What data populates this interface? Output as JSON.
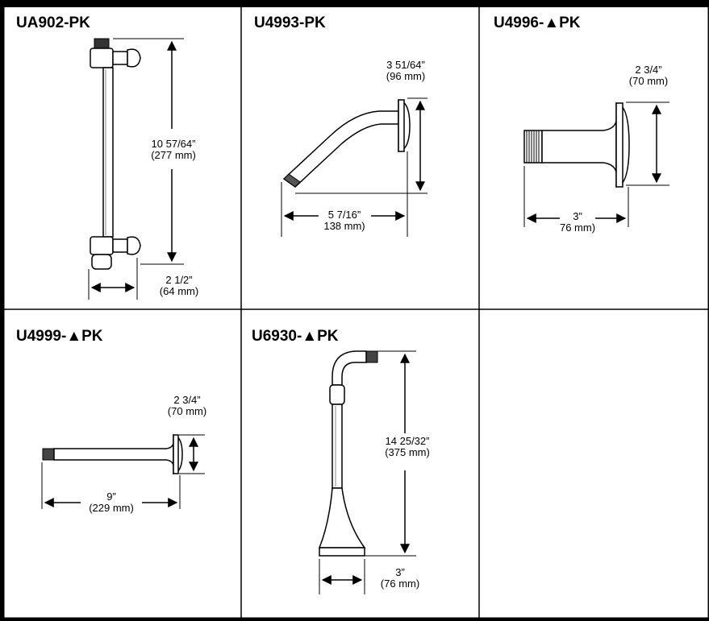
{
  "cells": [
    {
      "code": "UA902-PK",
      "dims": [
        {
          "line1": "10 57/64”",
          "line2": "(277 mm)"
        },
        {
          "line1": "2 1/2”",
          "line2": "(64 mm)"
        }
      ]
    },
    {
      "code": "U4993-PK",
      "dims": [
        {
          "line1": "3 51/64”",
          "line2": "(96 mm)"
        },
        {
          "line1": "5 7/16”",
          "line2": "138 mm)"
        }
      ]
    },
    {
      "code": "U4996-▲PK",
      "dims": [
        {
          "line1": "2 3/4”",
          "line2": "(70 mm)"
        },
        {
          "line1": "3”",
          "line2": "76 mm)"
        }
      ]
    },
    {
      "code": "U4999-▲PK",
      "dims": [
        {
          "line1": "2 3/4”",
          "line2": "(70 mm)"
        },
        {
          "line1": "9”",
          "line2": "(229 mm)"
        }
      ]
    },
    {
      "code": "U6930-▲PK",
      "dims": [
        {
          "line1": "14 25/32”",
          "line2": "(375 mm)"
        },
        {
          "line1": "3”",
          "line2": "(76 mm)"
        }
      ]
    }
  ]
}
